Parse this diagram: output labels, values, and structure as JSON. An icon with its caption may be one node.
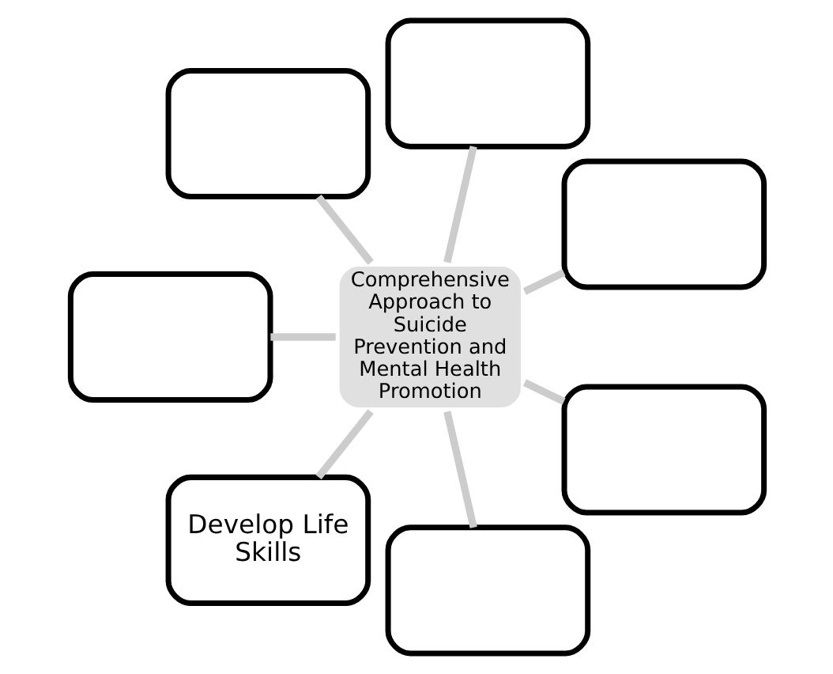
{
  "diagram": {
    "nodes": [
      {
        "text": [],
        "shape": "box"
      },
      {
        "text": [],
        "shape": "box"
      },
      {
        "text": [],
        "shape": "box"
      },
      {
        "text": [
          "Comprehensive Approach to Suicide Prevention and Mental Health Promotion"
        ]
      },
      {
        "text": [],
        "shape": "box"
      },
      {
        "text": [
          "Develop Life Skills"
        ]
      },
      {
        "text": [],
        "shape": "box"
      },
      {
        "text": [],
        "shape": "box"
      }
    ],
    "edges": [
      {
        "from": 3,
        "to": 0,
        "arrow": "none"
      },
      {
        "from": 3,
        "to": 1,
        "arrow": "none"
      },
      {
        "from": 3,
        "to": 2,
        "arrow": "none"
      },
      {
        "from": 3,
        "to": 4,
        "arrow": "none"
      },
      {
        "from": 3,
        "to": 5,
        "arrow": "none"
      },
      {
        "from": 3,
        "to": 6,
        "arrow": "none"
      },
      {
        "from": 3,
        "to": 7,
        "arrow": "none"
      }
    ]
  }
}
